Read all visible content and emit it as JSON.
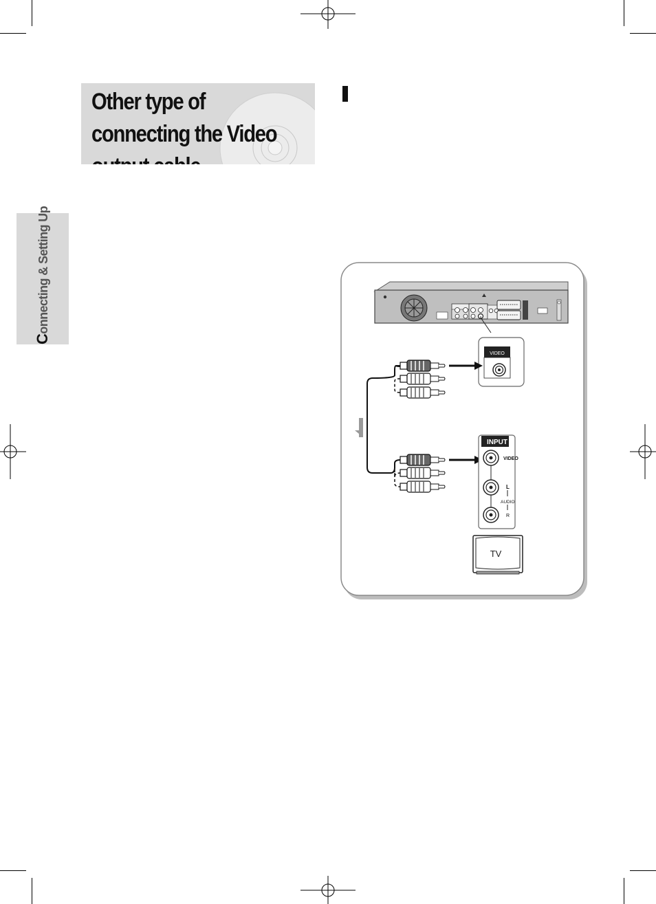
{
  "page": {
    "title": "Other type of connecting the Video output cable",
    "side_tab": {
      "first_letter": "C",
      "rest": "onnecting & Setting Up"
    }
  },
  "diagram": {
    "recorder_jack_label": "VIDEO",
    "tv_panel_title": "INPUT",
    "tv_video_label": "VIDEO",
    "tv_audio_l_label": "L",
    "tv_audio_label": "AUDIO",
    "tv_audio_r_label": "R",
    "tv_label": "TV"
  }
}
